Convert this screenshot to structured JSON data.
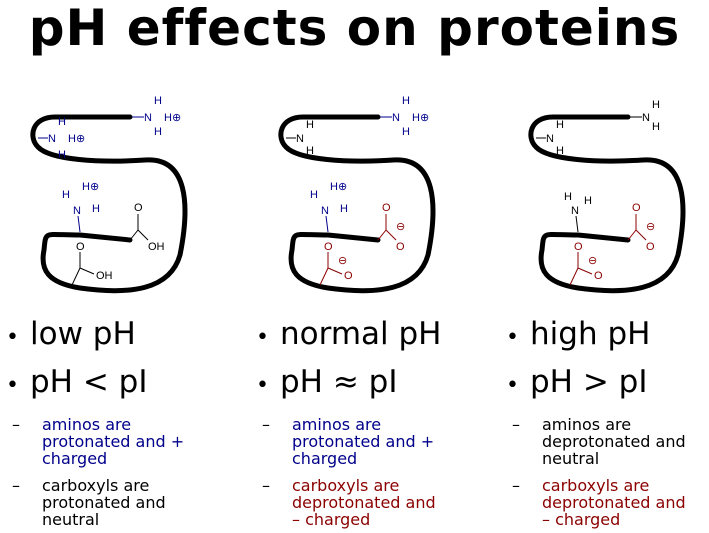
{
  "title": "pH effects on proteins",
  "colors": {
    "blue": "#00008b",
    "red": "#8b0000",
    "black": "#000000"
  },
  "panels": [
    {
      "heading": "low pH",
      "relation": "pH < pI",
      "amino_note": "aminos are protonated and + charged",
      "carboxyl_note": "carboxyls are protonated and neutral",
      "labels": {
        "n1": "N",
        "h1a": "H",
        "h1b": "H",
        "hplus1": "H⊕",
        "n2": "N",
        "h2a": "H",
        "h2b": "H",
        "hplus2": "H⊕",
        "n3": "N",
        "h3a": "H",
        "hplus3": "H⊕",
        "h3b": "H",
        "o_side": "O",
        "oh_side": "OH",
        "o_bot": "O",
        "oh_bot": "OH"
      }
    },
    {
      "heading": "normal pH",
      "relation": "pH ≈ pI",
      "amino_note": "aminos are protonated and + charged",
      "carboxyl_note": "carboxyls are deprotonated and – charged",
      "labels": {
        "n1": "N",
        "h1a": "H",
        "h1b": "H",
        "hplus1": "H⊕",
        "n2": "N",
        "h2a": "H",
        "h2b": "H",
        "n3": "N",
        "h3a": "H",
        "hplus3": "H⊕",
        "h3b": "H",
        "o_side1": "O",
        "o_side2": "O",
        "minus_side": "⊖",
        "o_bot1": "O",
        "o_bot2": "O",
        "minus_bot": "⊖"
      }
    },
    {
      "heading": "high pH",
      "relation": "pH > pI",
      "amino_note": "aminos are deprotonated and neutral",
      "carboxyl_note": "carboxyls are deprotonated and – charged",
      "labels": {
        "n1": "N",
        "h1a": "H",
        "h1b": "H",
        "n2": "N",
        "h2a": "H",
        "h2b": "H",
        "n3": "N",
        "h3a": "H",
        "h3b": "H",
        "o_side1": "O",
        "o_side2": "O",
        "minus_side": "⊖",
        "o_bot1": "O",
        "o_bot2": "O",
        "minus_bot": "⊖"
      }
    }
  ]
}
